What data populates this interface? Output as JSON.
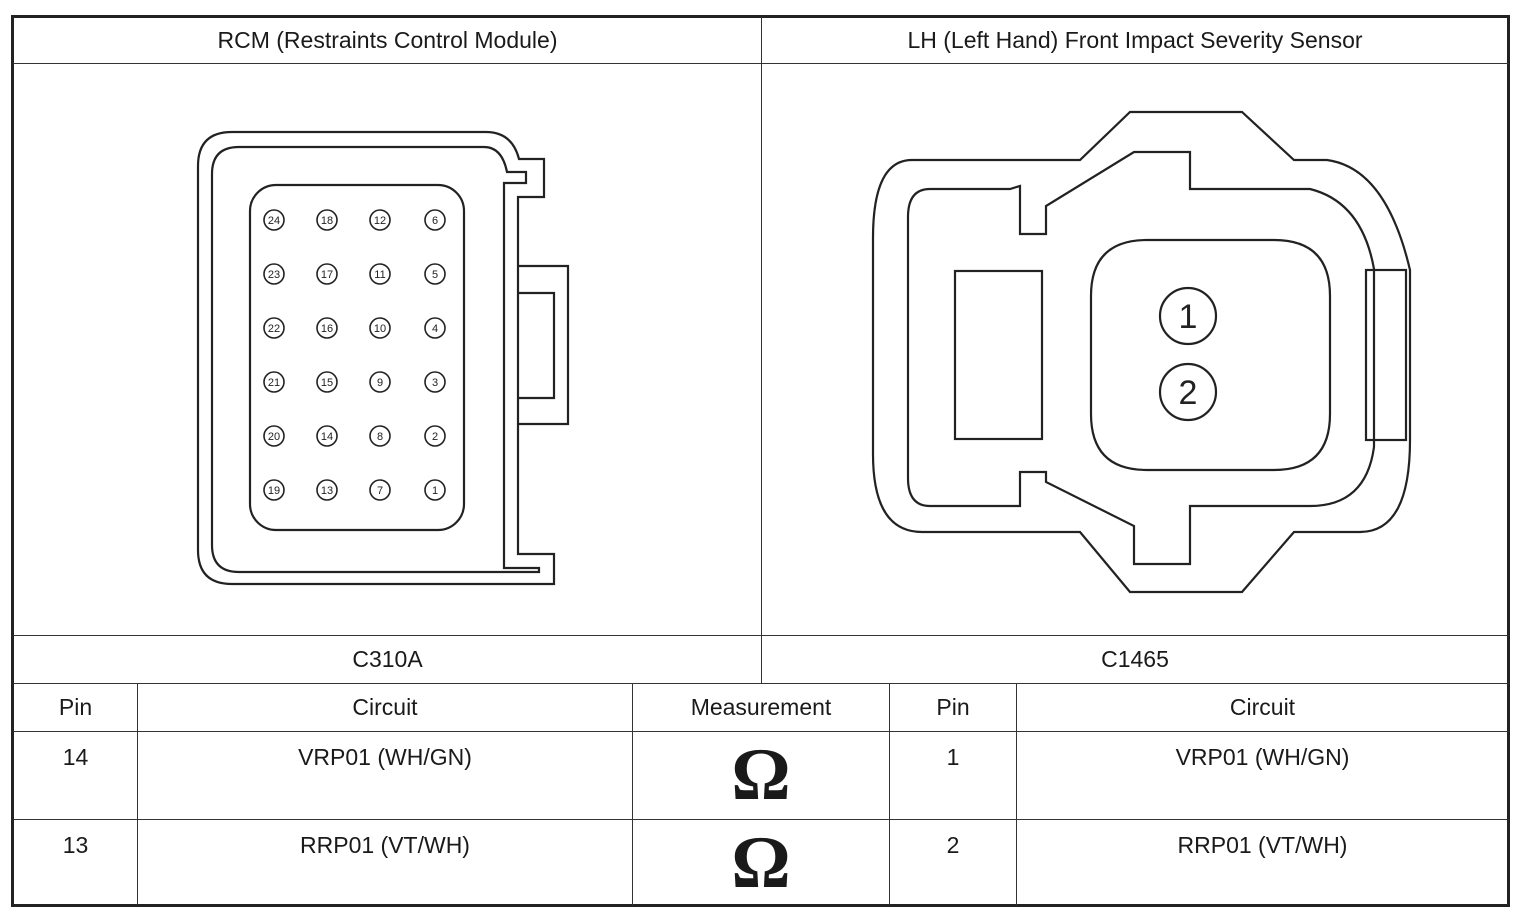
{
  "headers": {
    "left": "RCM (Restraints Control Module)",
    "right": "LH (Left Hand) Front Impact Severity Sensor"
  },
  "connectors": {
    "left_id": "C310A",
    "right_id": "C1465"
  },
  "rcm_pins": [
    [
      "24",
      "18",
      "12",
      "6"
    ],
    [
      "23",
      "17",
      "11",
      "5"
    ],
    [
      "22",
      "16",
      "10",
      "4"
    ],
    [
      "21",
      "15",
      "9",
      "3"
    ],
    [
      "20",
      "14",
      "8",
      "2"
    ],
    [
      "19",
      "13",
      "7",
      "1"
    ]
  ],
  "sensor_pins": [
    "1",
    "2"
  ],
  "table": {
    "columns": [
      "Pin",
      "Circuit",
      "Measurement",
      "Pin",
      "Circuit"
    ],
    "rows": [
      {
        "pin_a": "14",
        "circuit_a": "VRP01 (WH/GN)",
        "measurement": "Ω",
        "pin_b": "1",
        "circuit_b": "VRP01 (WH/GN)"
      },
      {
        "pin_a": "13",
        "circuit_a": "RRP01 (VT/WH)",
        "measurement": "Ω",
        "pin_b": "2",
        "circuit_b": "RRP01 (VT/WH)"
      }
    ]
  }
}
